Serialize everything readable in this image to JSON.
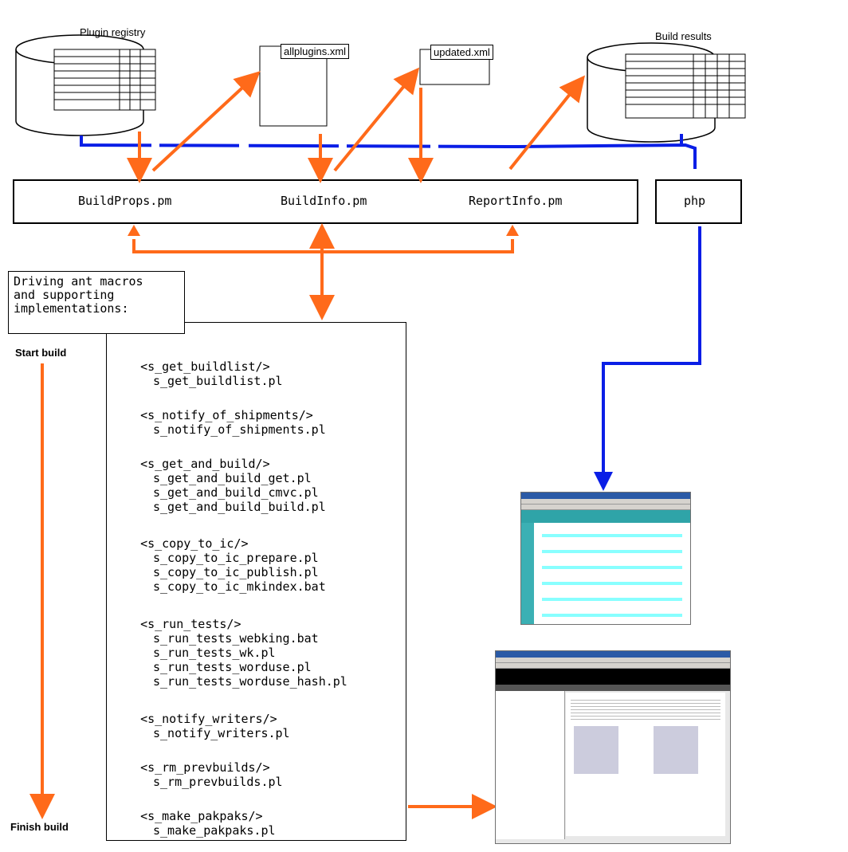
{
  "labels": {
    "plugin_registry": "Plugin registry",
    "build_results": "Build results",
    "allplugins": "allplugins.xml",
    "updated": "updated.xml"
  },
  "modules": {
    "buildprops": "BuildProps.pm",
    "buildinfo": "BuildInfo.pm",
    "reportinfo": "ReportInfo.pm",
    "php": "php"
  },
  "driving_text": "Driving ant macros\nand supporting\nimplementations:",
  "start_build": "Start build",
  "finish_build": "Finish build",
  "macros": [
    {
      "macro": "<s_get_buildlist/>",
      "impls": [
        "s_get_buildlist.pl"
      ]
    },
    {
      "macro": "<s_notify_of_shipments/>",
      "impls": [
        "s_notify_of_shipments.pl"
      ]
    },
    {
      "macro": "<s_get_and_build/>",
      "impls": [
        "s_get_and_build_get.pl",
        "s_get_and_build_cmvc.pl",
        "s_get_and_build_build.pl"
      ]
    },
    {
      "macro": "<s_copy_to_ic/>",
      "impls": [
        "s_copy_to_ic_prepare.pl",
        "s_copy_to_ic_publish.pl",
        "s_copy_to_ic_mkindex.bat"
      ]
    },
    {
      "macro": "<s_run_tests/>",
      "impls": [
        "s_run_tests_webking.bat",
        "s_run_tests_wk.pl",
        "s_run_tests_worduse.pl",
        "s_run_tests_worduse_hash.pl"
      ]
    },
    {
      "macro": "<s_notify_writers/>",
      "impls": [
        "s_notify_writers.pl"
      ]
    },
    {
      "macro": "<s_rm_prevbuilds/>",
      "impls": [
        "s_rm_prevbuilds.pl"
      ]
    },
    {
      "macro": "<s_make_pakpaks/>",
      "impls": [
        "s_make_pakpaks.pl"
      ]
    }
  ],
  "colors": {
    "orange": "#ff6a1a",
    "blue": "#0a1ee6"
  }
}
